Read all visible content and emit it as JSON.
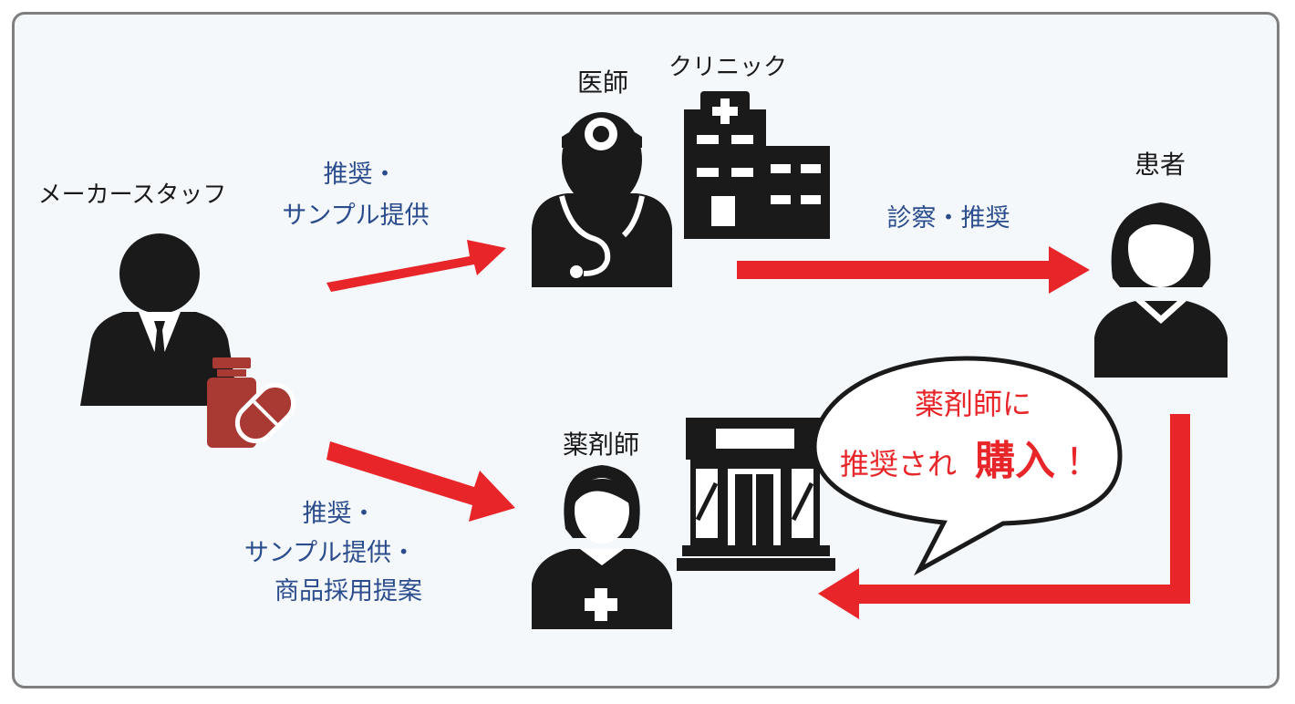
{
  "actors": {
    "maker_staff": "メーカースタッフ",
    "doctor": "医師",
    "clinic": "クリニック",
    "patient": "患者",
    "pharmacist": "薬剤師"
  },
  "flows": {
    "maker_to_doctor_line1": "推奨・",
    "maker_to_doctor_line2": "サンプル提供",
    "doctor_to_patient": "診察・推奨",
    "maker_to_pharmacist_line1": "推奨・",
    "maker_to_pharmacist_line2": "サンプル提供・",
    "maker_to_pharmacist_line3": "商品採用提案"
  },
  "speech": {
    "line1": "薬剤師に",
    "line2_a": "推奨され",
    "line2_b": "購入",
    "line2_c": "！"
  },
  "colors": {
    "arrow": "#e8262a",
    "flow_text": "#2b4c8c",
    "speech_text": "#e8262a",
    "icon": "#1a1a1a",
    "medicine": "#a83a33",
    "background": "#f5f8fb"
  }
}
